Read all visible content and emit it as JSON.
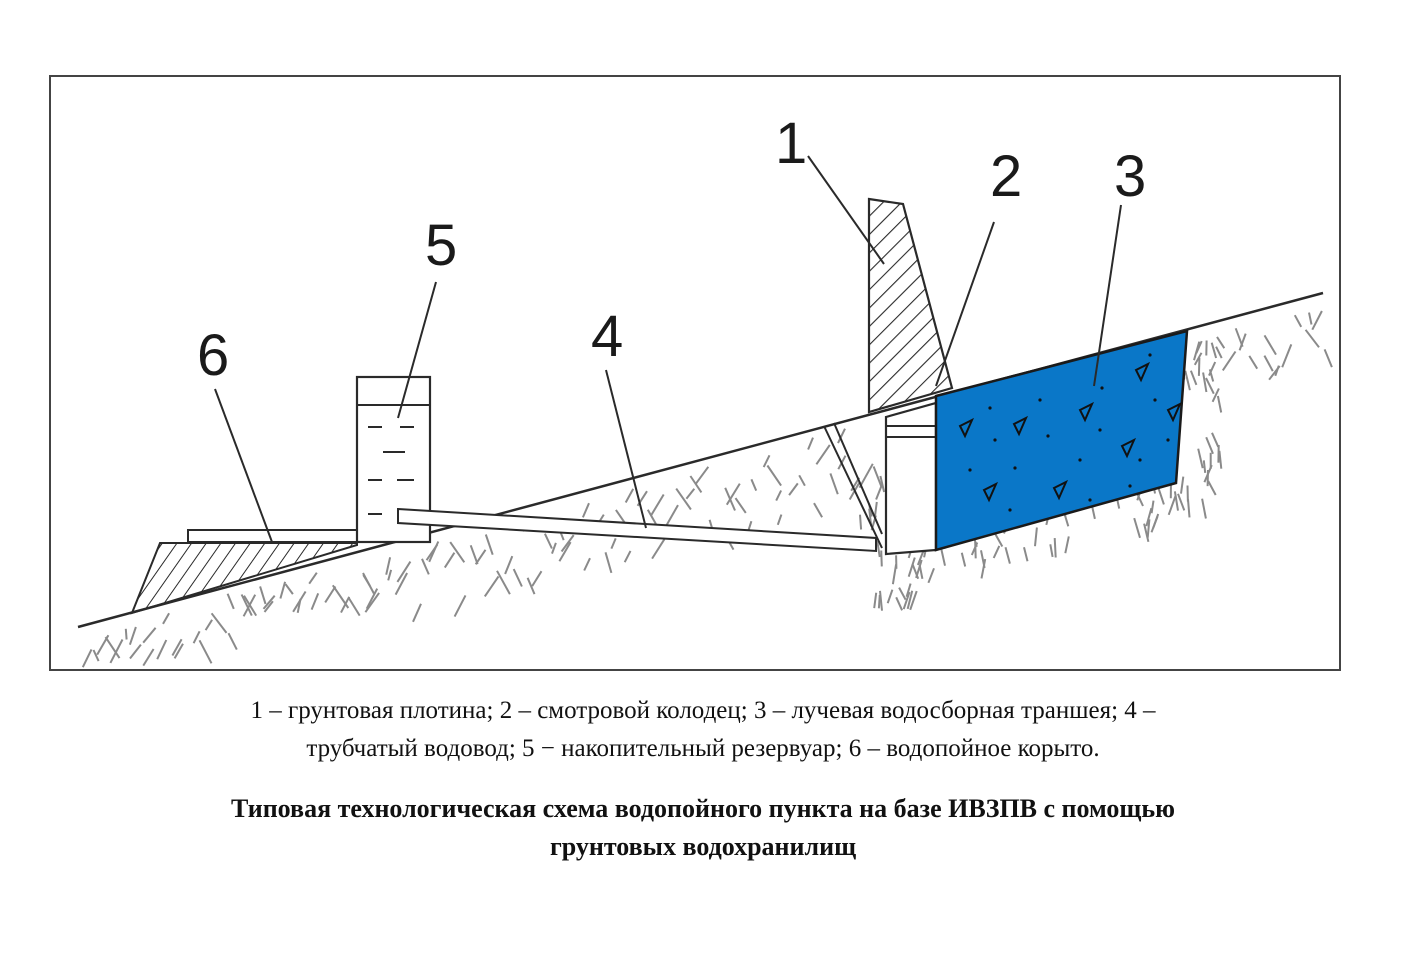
{
  "labels": {
    "dam": "1",
    "well": "2",
    "trench": "3",
    "pipe": "4",
    "reservoir": "5",
    "trough": "6"
  },
  "legend": {
    "line1": "1 – грунтовая плотина; 2 – смотровой колодец; 3 – лучевая водосборная траншея; 4 –",
    "line2": "трубчатый водовод; 5 − накопительный резервуар; 6 – водопойное корыто."
  },
  "caption": {
    "line1": "Типовая технологическая схема водопойного пункта на базе ИВЗПВ с помощью",
    "line2": "грунтовых водохранилищ"
  },
  "colors": {
    "trench_fill": "#0a77c8",
    "line": "#2a2a2a",
    "soil_hatch": "#8a8a8a"
  }
}
